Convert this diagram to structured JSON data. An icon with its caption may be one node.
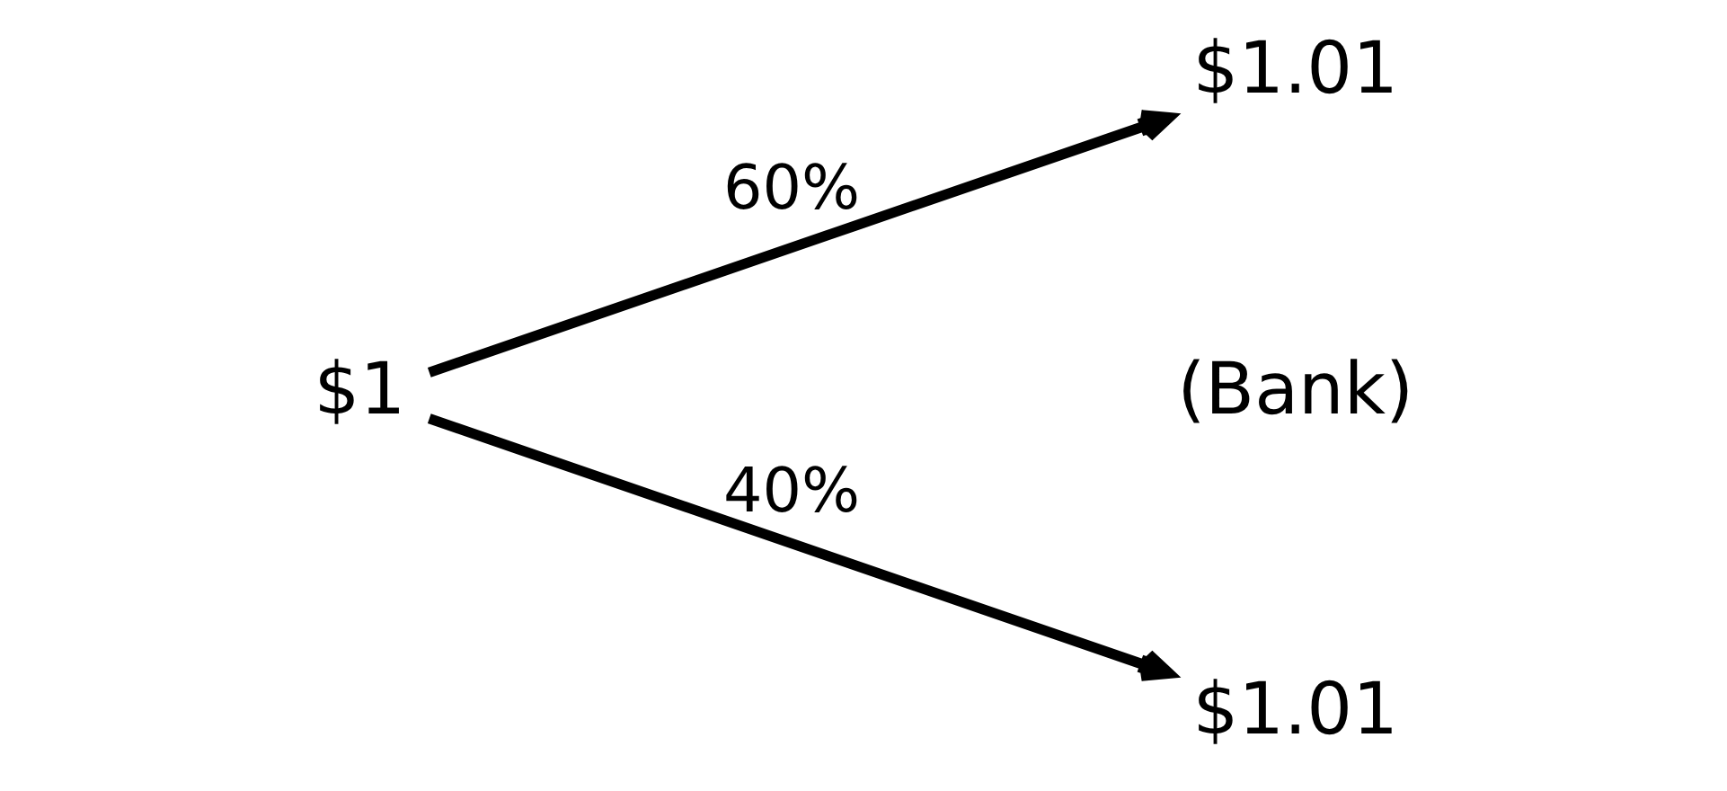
{
  "diagram": {
    "nodes": [
      {
        "text": [
          "$1"
        ]
      },
      {
        "text": [
          "$1.01"
        ]
      },
      {
        "text": [
          "$1.01"
        ]
      }
    ],
    "edges": [
      {
        "from": 0,
        "to": 1,
        "arrow": "to",
        "label": "60%"
      },
      {
        "from": 0,
        "to": 2,
        "arrow": "to",
        "label": "40%"
      }
    ],
    "labels": [
      "(Bank)"
    ]
  }
}
